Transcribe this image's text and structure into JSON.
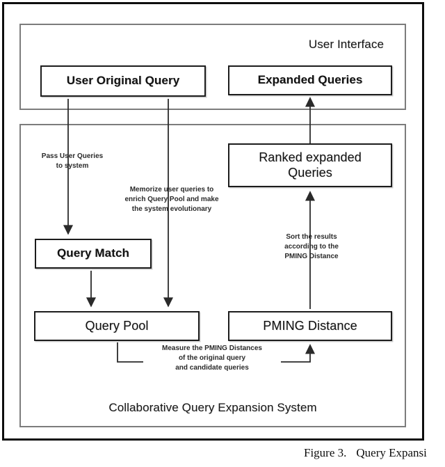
{
  "figure": {
    "caption_number": "Figure 3.",
    "caption_text": "Query Expansi",
    "caption_full_visible": "Figure 3.   Query Expansi"
  },
  "colors": {
    "outer_frame": "#0d0d0d",
    "panel_border": "#7c7c7c",
    "node_border": "#1c1c1c",
    "wire": "#2a2a2a",
    "text": "#111111",
    "background": "#ffffff"
  },
  "panels": [
    {
      "id": "user-interface",
      "label": "User Interface",
      "label_align": "right"
    },
    {
      "id": "collaborative-query-expansion-system",
      "label": "Collaborative Query Expansion System",
      "label_align": "center"
    }
  ],
  "nodes": [
    {
      "id": "user-original-query",
      "label": "User Original Query",
      "panel": "user-interface"
    },
    {
      "id": "expanded-queries",
      "label": "Expanded Queries",
      "panel": "user-interface"
    },
    {
      "id": "ranked-expanded",
      "label": "Ranked expanded\nQueries",
      "panel": "collaborative-query-expansion-system"
    },
    {
      "id": "query-match",
      "label": "Query Match",
      "panel": "collaborative-query-expansion-system"
    },
    {
      "id": "query-pool",
      "label": "Query Pool",
      "panel": "collaborative-query-expansion-system"
    },
    {
      "id": "pming-distance",
      "label": "PMING Distance",
      "panel": "collaborative-query-expansion-system"
    }
  ],
  "connector_labels": [
    {
      "id": "pass-user-queries",
      "text": "Pass User Queries\nto system",
      "from": "user-original-query",
      "to": "query-match"
    },
    {
      "id": "memorize-user-queries",
      "text": "Memorize user queries to\nenrich Query Pool and make\nthe system evolutionary",
      "from": "user-original-query",
      "to": "query-pool"
    },
    {
      "id": "sort-results",
      "text": "Sort the results\naccording to the\nPMING Distance",
      "from": "pming-distance",
      "to": "ranked-expanded"
    },
    {
      "id": "measure-pming-distances",
      "text": "Measure the PMING Distances\nof the original query\nand candidate queries",
      "from": "query-pool",
      "to": "pming-distance"
    }
  ],
  "edges": [
    {
      "id": "edge-uoq-to-query-match",
      "from": "user-original-query",
      "to": "query-match",
      "arrow": "down"
    },
    {
      "id": "edge-uoq-to-query-pool",
      "from": "user-original-query",
      "to": "query-pool",
      "arrow": "down"
    },
    {
      "id": "edge-qm-to-query-pool",
      "from": "query-match",
      "to": "query-pool",
      "arrow": "down"
    },
    {
      "id": "edge-qp-to-pming",
      "from": "query-pool",
      "to": "pming-distance",
      "arrow": "up"
    },
    {
      "id": "edge-pming-to-ranked",
      "from": "pming-distance",
      "to": "ranked-expanded",
      "arrow": "up"
    },
    {
      "id": "edge-ranked-to-expanded",
      "from": "ranked-expanded",
      "to": "expanded-queries",
      "arrow": "up"
    }
  ]
}
